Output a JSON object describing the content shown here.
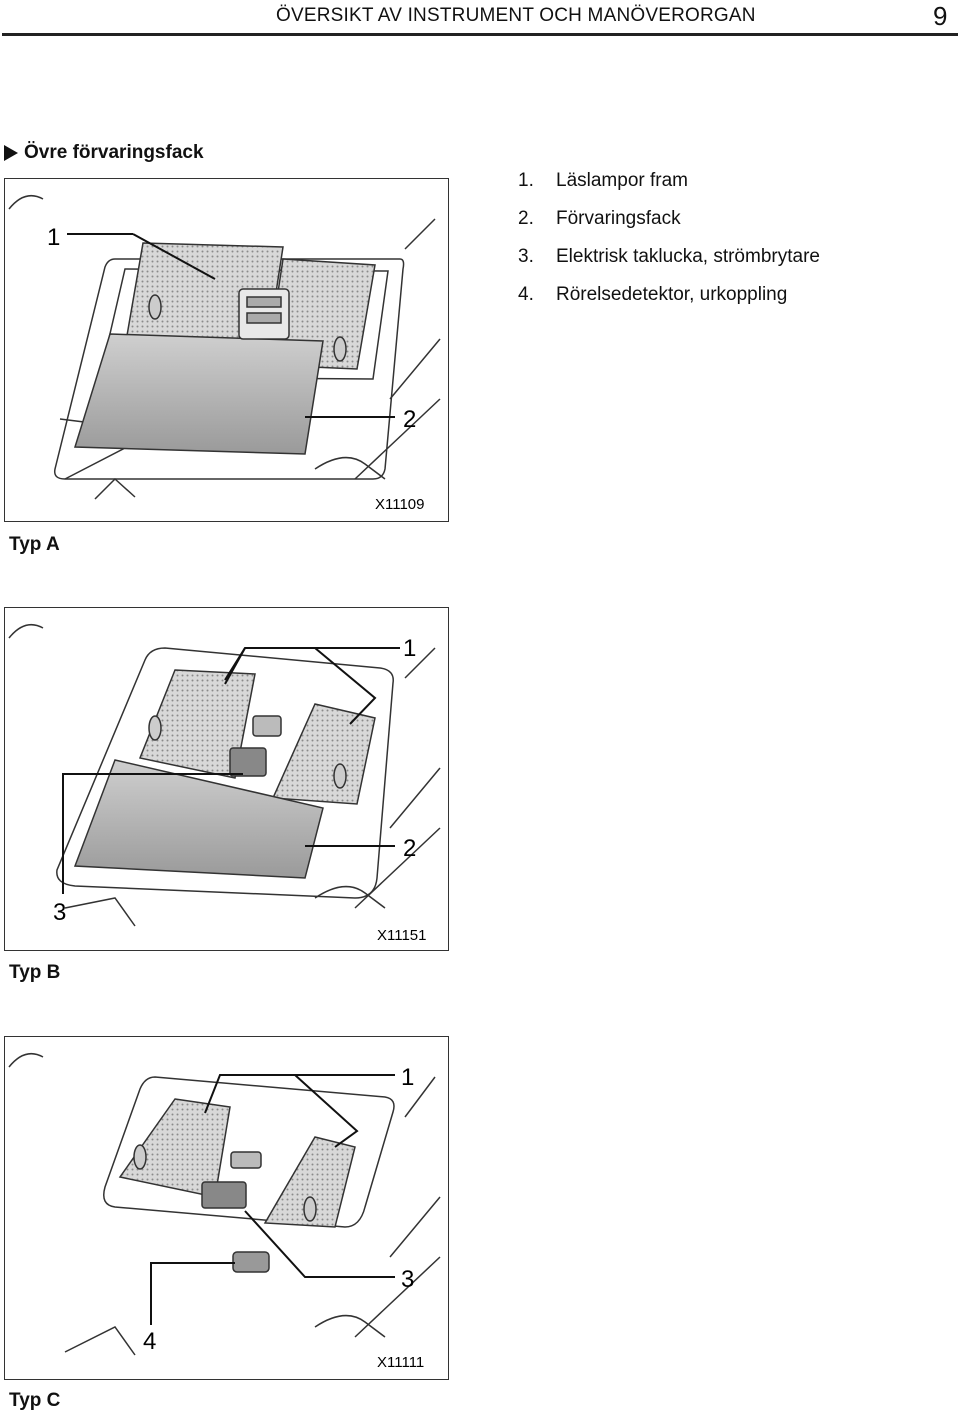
{
  "header": {
    "title": "ÖVERSIKT AV INSTRUMENT OCH MANÖVERORGAN",
    "page_number": "9"
  },
  "section": {
    "title": "Övre förvaringsfack"
  },
  "legend": [
    {
      "num": "1.",
      "text": "Läslampor fram"
    },
    {
      "num": "2.",
      "text": "Förvaringsfack"
    },
    {
      "num": "3.",
      "text": "Elektrisk taklucka, strömbrytare"
    },
    {
      "num": "4.",
      "text": "Rörelsedetektor, urkoppling"
    }
  ],
  "figures": [
    {
      "caption": "Typ A",
      "code": "X11109",
      "callouts": [
        "1",
        "2"
      ]
    },
    {
      "caption": "Typ B",
      "code": "X11151",
      "callouts": [
        "1",
        "2",
        "3"
      ]
    },
    {
      "caption": "Typ C",
      "code": "X11111",
      "callouts": [
        "1",
        "3",
        "4"
      ]
    }
  ]
}
